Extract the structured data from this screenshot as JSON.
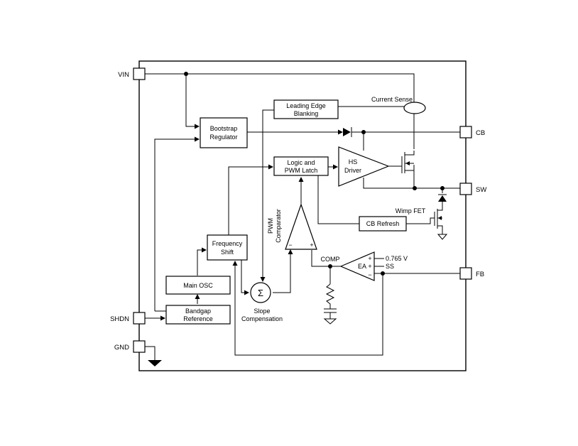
{
  "pins": {
    "vin": "VIN",
    "shdn": "SHDN",
    "gnd": "GND",
    "cb": "CB",
    "sw": "SW",
    "fb": "FB"
  },
  "blocks": {
    "bootstrap": [
      "Bootstrap",
      "Regulator"
    ],
    "leading_edge": [
      "Leading Edge",
      "Blanking"
    ],
    "logic": [
      "Logic and",
      "PWM Latch"
    ],
    "hs_driver": [
      "HS",
      "Driver"
    ],
    "frequency_shift": [
      "Frequency",
      "Shift"
    ],
    "main_osc": "Main OSC",
    "bandgap": [
      "Bandgap",
      "Reference"
    ],
    "cb_refresh": "CB Refresh",
    "ea": "EA"
  },
  "labels": {
    "current_sense": "Current Sense",
    "wimp_fet": "Wimp FET",
    "pwm_comparator": [
      "PWM",
      "Comparator"
    ],
    "comp": "COMP",
    "slope_comp": [
      "Slope",
      "Compensation"
    ],
    "sigma": "Σ",
    "vref": "0.765 V",
    "ss": "SS",
    "plus": "+",
    "minus": "−"
  }
}
